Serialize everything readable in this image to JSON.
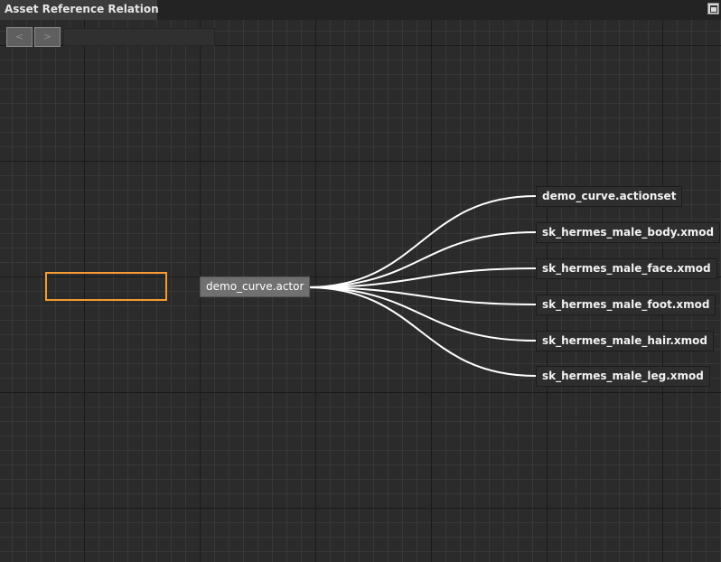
{
  "window": {
    "title": "Asset Reference Relation"
  },
  "toolbar": {
    "back_label": "<",
    "forward_label": ">",
    "path_value": ""
  },
  "graph": {
    "root": {
      "label": "demo_curve.actor"
    },
    "children": [
      {
        "label": "demo_curve.actionset"
      },
      {
        "label": "sk_hermes_male_body.xmod"
      },
      {
        "label": "sk_hermes_male_face.xmod"
      },
      {
        "label": "sk_hermes_male_foot.xmod"
      },
      {
        "label": "sk_hermes_male_hair.xmod"
      },
      {
        "label": "sk_hermes_male_leg.xmod"
      }
    ]
  },
  "colors": {
    "canvas": "#2b2b2b",
    "grid_major": "#1a1a1a",
    "grid_minor": "#383838",
    "selection": "#f39c34",
    "link": "#ffffff"
  }
}
